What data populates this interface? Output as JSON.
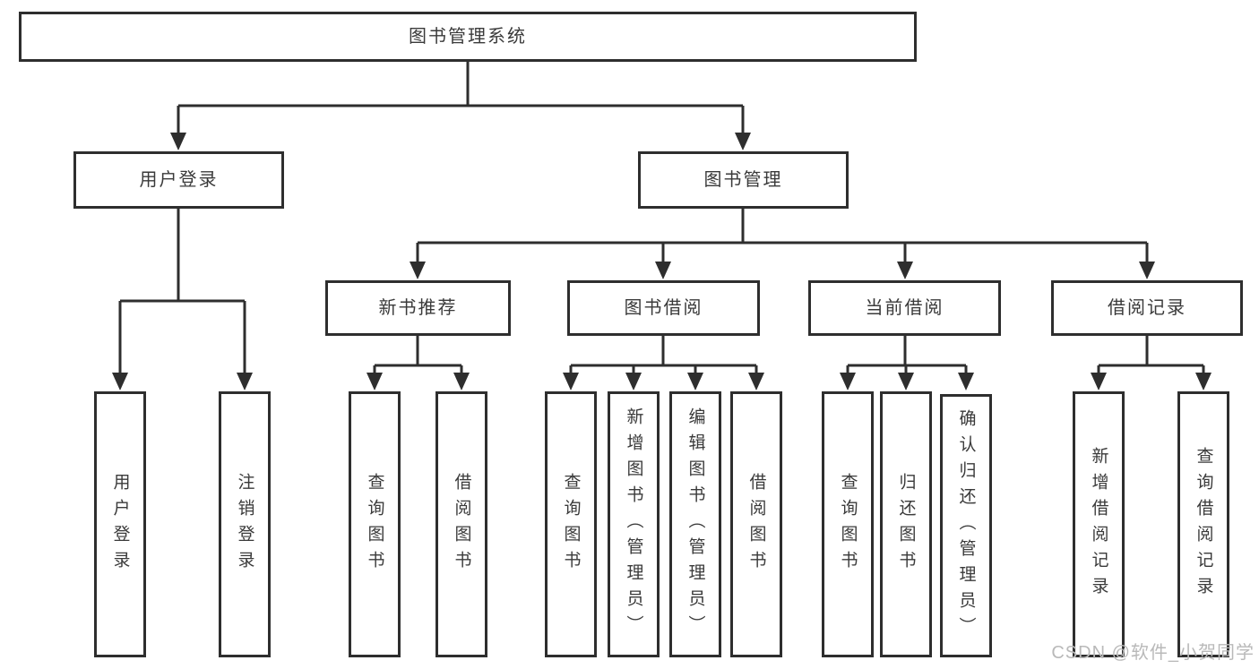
{
  "diagram_type": "hierarchy-tree",
  "tree": {
    "label": "图书管理系统",
    "children": [
      {
        "label": "用户登录",
        "children": [
          {
            "label": "用户登录"
          },
          {
            "label": "注销登录"
          }
        ]
      },
      {
        "label": "图书管理",
        "children": [
          {
            "label": "新书推荐",
            "children": [
              {
                "label": "查询图书"
              },
              {
                "label": "借阅图书"
              }
            ]
          },
          {
            "label": "图书借阅",
            "children": [
              {
                "label": "查询图书"
              },
              {
                "label": "新增图书（管理员）"
              },
              {
                "label": "编辑图书（管理员）"
              },
              {
                "label": "借阅图书"
              }
            ]
          },
          {
            "label": "当前借阅",
            "children": [
              {
                "label": "查询图书"
              },
              {
                "label": "归还图书"
              },
              {
                "label": "确认归还（管理员）"
              }
            ]
          },
          {
            "label": "借阅记录",
            "children": [
              {
                "label": "新增借阅记录"
              },
              {
                "label": "查询借阅记录"
              }
            ]
          }
        ]
      }
    ]
  },
  "watermark": {
    "text": "CSDN @软件_小贺同学"
  },
  "colors": {
    "line": "#2e2e2e",
    "box_border": "#2e2e2e",
    "text": "#3a3a3a",
    "background": "#ffffff",
    "watermark": "#b9b9b9"
  }
}
